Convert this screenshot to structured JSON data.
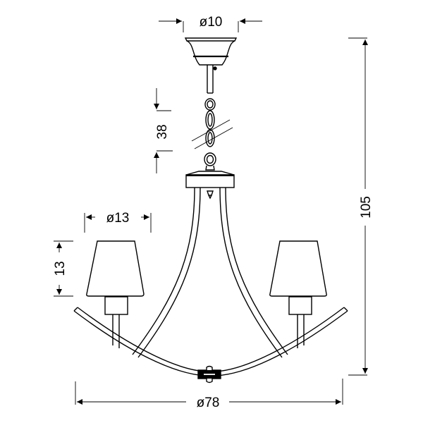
{
  "diagram": {
    "type": "technical-dimension-drawing",
    "subject": "3-arm chandelier with lamp shades",
    "colors": {
      "line": "#000000",
      "background": "#ffffff",
      "shade_fill": "#ffffff"
    }
  },
  "dimensions": {
    "canopy_diameter": {
      "label": "ø10",
      "value": 10,
      "orientation": "horizontal"
    },
    "chain_length": {
      "label": "38",
      "value": 38,
      "orientation": "vertical"
    },
    "shade_diameter": {
      "label": "ø13",
      "value": 13,
      "orientation": "horizontal"
    },
    "shade_height": {
      "label": "13",
      "value": 13,
      "orientation": "vertical"
    },
    "total_height": {
      "label": "105",
      "value": 105,
      "orientation": "vertical"
    },
    "total_diameter": {
      "label": "ø78",
      "value": 78,
      "orientation": "horizontal"
    }
  },
  "parts": [
    "ceiling-canopy",
    "rod",
    "chain",
    "central-hub",
    "curved-arms",
    "lamp-shades",
    "bulb-holders",
    "bottom-ring"
  ]
}
